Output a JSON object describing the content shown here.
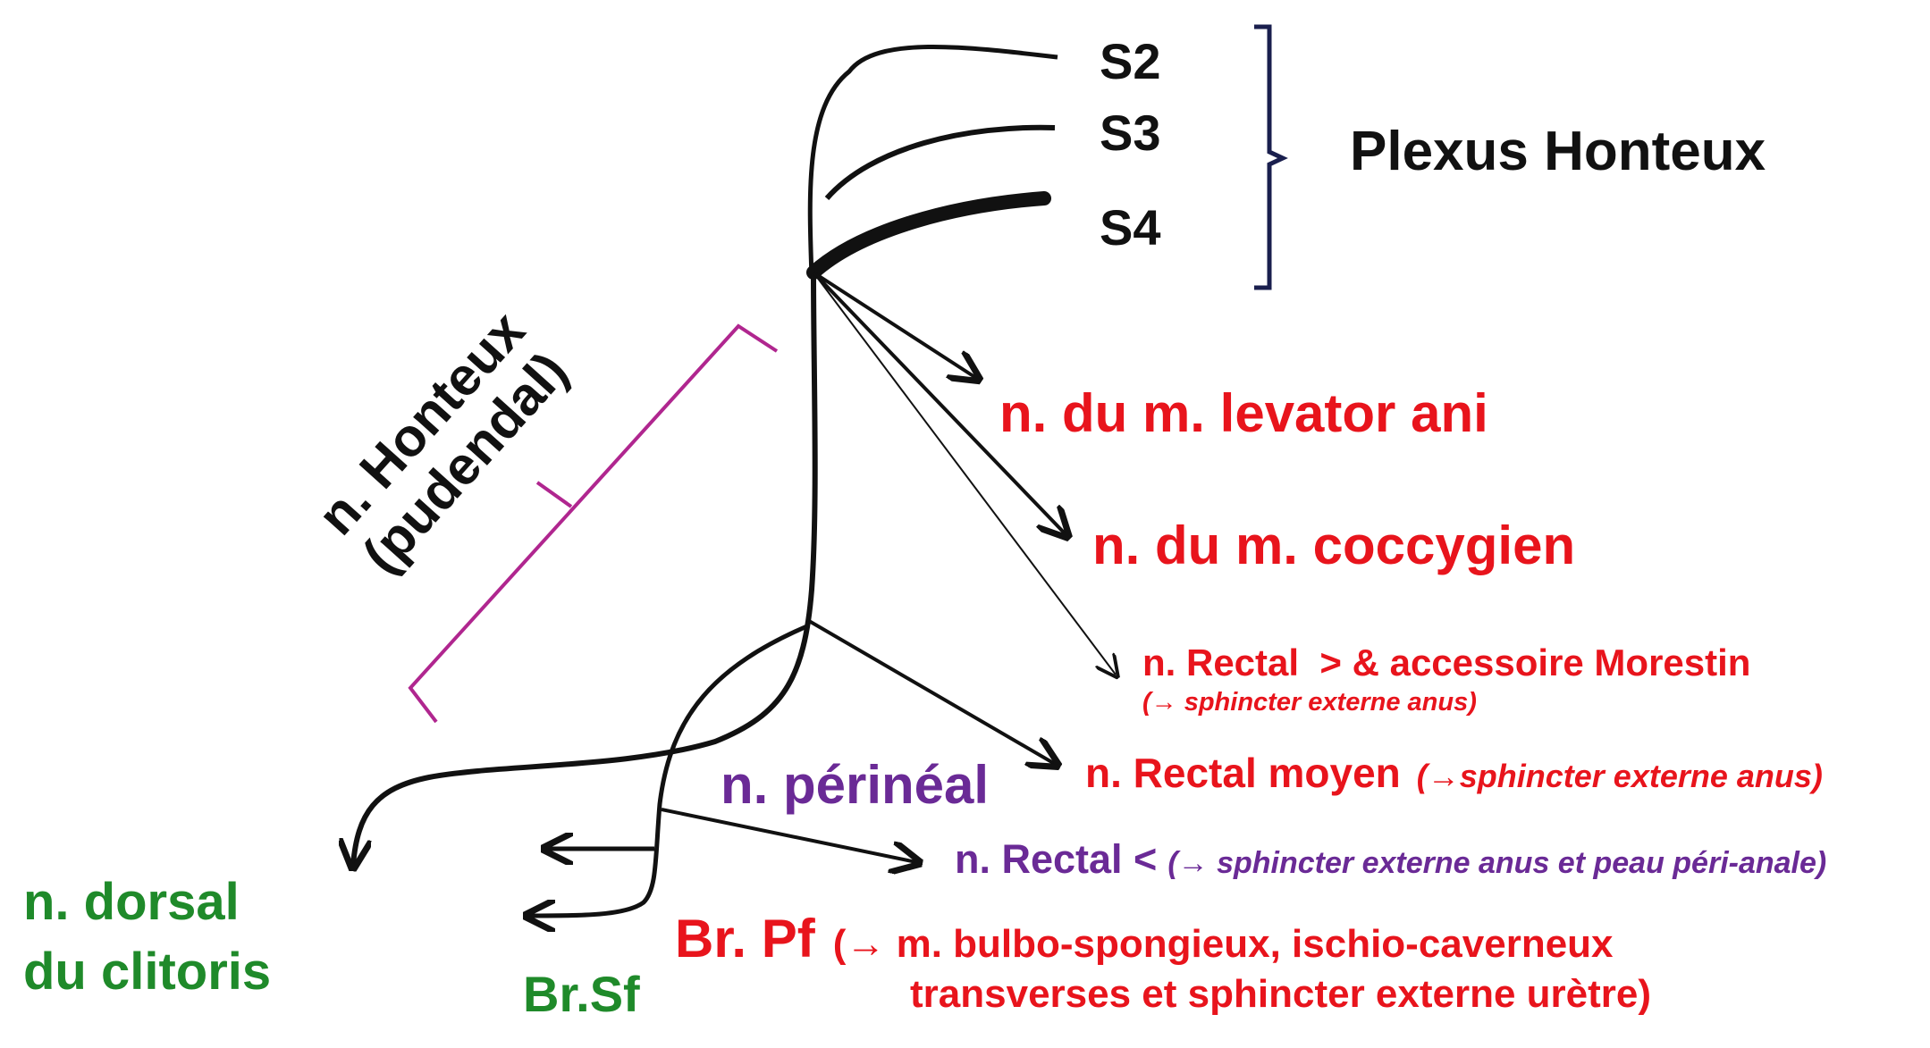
{
  "colors": {
    "black": "#111111",
    "navy": "#1a1f4e",
    "red": "#e8141c",
    "purple": "#6a2a96",
    "green": "#1f8a2a",
    "magenta": "#b0268f"
  },
  "roots": [
    "S2",
    "S3",
    "S4"
  ],
  "plexus_label": "Plexus Honteux",
  "nerve_label": {
    "line1": "n. Honteux",
    "line2": "(pudendal)"
  },
  "branches": {
    "levator": "n. du m. levator ani",
    "coccygien": "n. du m. coccygien",
    "rectal_sup_name": "n. Rectal  > & accessoire Morestin",
    "rectal_sup_note": "(→ sphincter externe anus)",
    "rectal_moyen_name": "n. Rectal moyen",
    "rectal_moyen_note": "(→sphincter externe anus)",
    "perineal": "n. périnéal",
    "rectal_inf_name": "n. Rectal <",
    "rectal_inf_note": "(→ sphincter externe anus et peau péri-anale)",
    "brpf_name": "Br. Pf",
    "brpf_note_1": "(→ m. bulbo-spongieux, ischio-caverneux",
    "brpf_note_2": "transverses et sphincter externe urètre)",
    "brsf": "Br.Sf",
    "dorsal_1": "n. dorsal",
    "dorsal_2": "du clitoris"
  }
}
